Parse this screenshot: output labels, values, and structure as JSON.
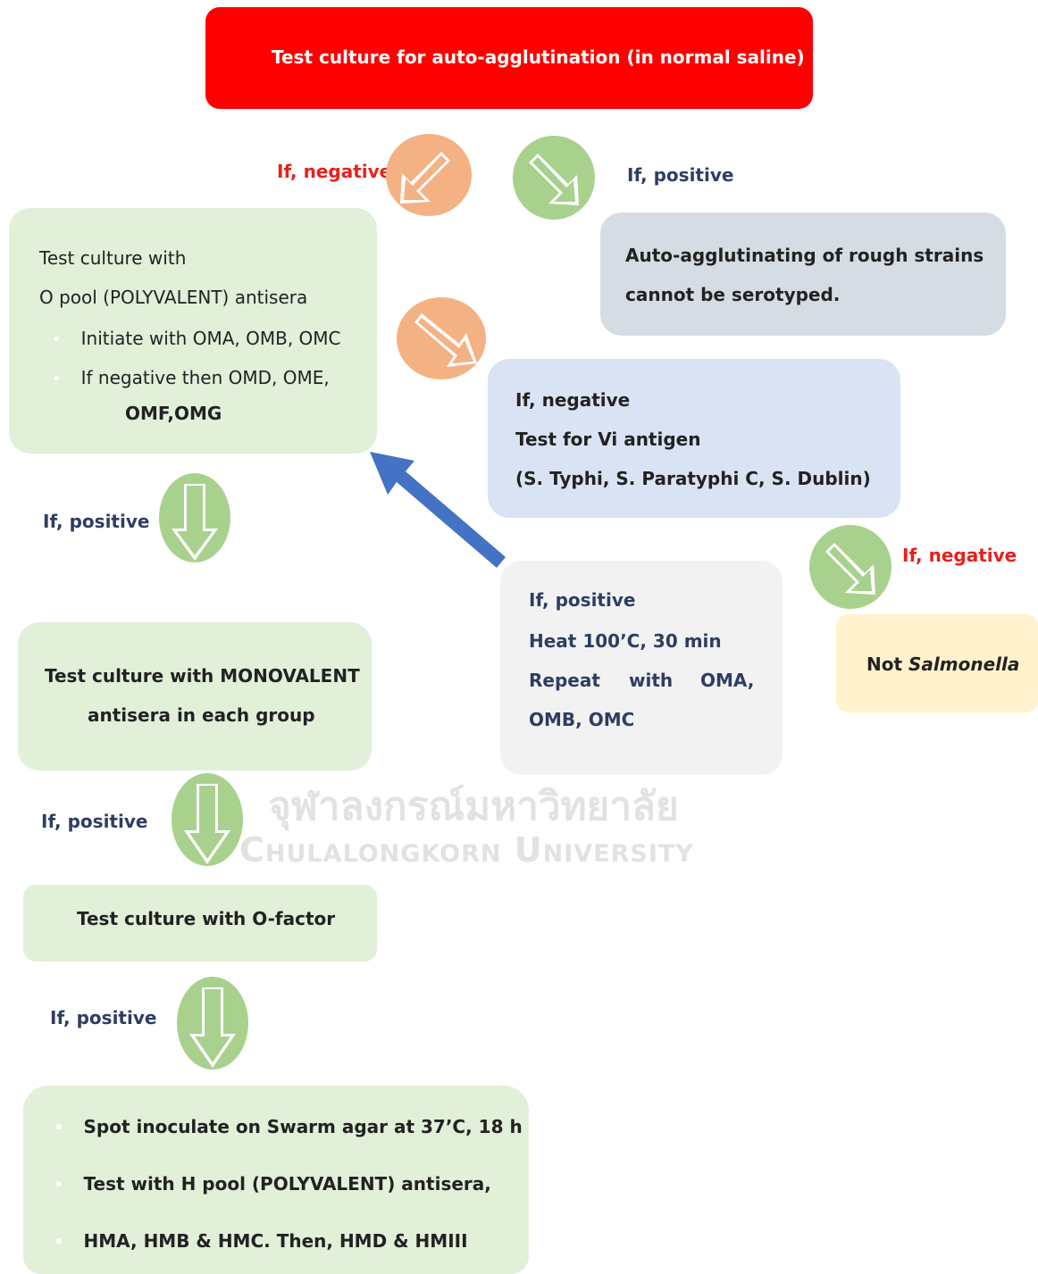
{
  "watermark": {
    "thai": "จุฬาลงกรณ์มหาวิทยาลัย",
    "english": "Chulalongkorn University"
  },
  "top_box": {
    "text": "Test culture for auto-agglutination (in normal saline)"
  },
  "labels": {
    "if_negative_top": "If, negative",
    "if_positive_top": "If, positive",
    "if_positive_1": "If, positive",
    "if_negative_right": "If, negative",
    "if_positive_2": "If, positive",
    "if_positive_3": "If, positive"
  },
  "rough_box": {
    "line1": "Auto-agglutinating of rough strains",
    "line2": "cannot be serotyped."
  },
  "opool_box": {
    "line1": "Test culture with",
    "line2": "O pool (POLYVALENT) antisera",
    "bullet1": "Initiate with OMA, OMB, OMC",
    "bullet2": "If negative then OMD, OME,",
    "bullet2_cont": "OMF,OMG"
  },
  "vi_box": {
    "line1": "If, negative",
    "line2": "Test for Vi antigen",
    "line3": "(S. Typhi, S. Paratyphi C, S. Dublin)"
  },
  "heat_box": {
    "line1": "If, positive",
    "line2": "Heat 100’C, 30 min",
    "line3_a": "Repeat",
    "line3_b": "with",
    "line3_c": "OMA,",
    "line4": "OMB, OMC"
  },
  "not_box": {
    "prefix": "Not ",
    "italic": "Salmonella"
  },
  "mono_box": {
    "line1": "Test culture with MONOVALENT",
    "line2": "antisera in each group"
  },
  "ofactor_box": {
    "text": "Test culture with O-factor"
  },
  "h_box": {
    "item1": "Spot inoculate on Swarm agar at 37’C, 18 h",
    "item2": "Test with H pool (POLYVALENT) antisera,",
    "item3": "HMA, HMB & HMC. Then, HMD & HMIII"
  },
  "colors": {
    "red_box": "#ff0000",
    "green_box": "#e2efd9",
    "blue_box": "#dae3f3",
    "gray_box": "#d6dce4",
    "light_gray_box": "#f2f2f2",
    "yellow_box": "#fff2cc",
    "green_circle": "#a9d18e",
    "orange_circle": "#f4b183",
    "blue_arrow": "#4472c4",
    "navy_text": "#2e3d63",
    "red_text": "#e8201a"
  }
}
